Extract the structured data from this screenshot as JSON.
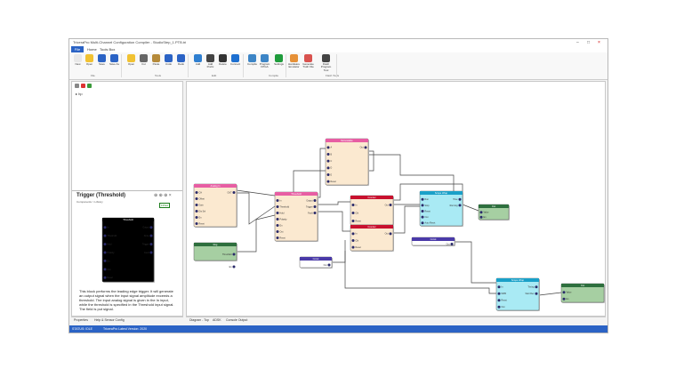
{
  "window": {
    "title": "TriceraPro Multi-Channel Configuration Compiler - StudioStep_1.PTB.tri"
  },
  "menu_tabs": {
    "file": "File",
    "home": "Home",
    "tools": "Tools Box"
  },
  "ribbon": {
    "buttons": [
      "New",
      "Open",
      "Save",
      "Save As",
      "Open",
      "Cut",
      "Paste",
      "Undo",
      "Redo",
      "Add",
      "Add Prefix",
      "Delete",
      "Connect",
      "Compile",
      "Program FPGA",
      "Settings",
      "Hardware Emulator",
      "Generate Truth File",
      "Flash Program Tool"
    ],
    "groups": {
      "file": "File",
      "tools": "Tools",
      "edit": "Edit",
      "compile": "Compile",
      "flash": "Flash Tools"
    }
  },
  "left_panel": {
    "tree_root": "hp",
    "help_title": "Trigger (Threshold)",
    "help_subtitle": "Components > Library",
    "help_badge": "FPGA",
    "help_block": {
      "title": "Threshold",
      "inputs": [
        "In",
        "Threshold",
        "Hold",
        "Polarity",
        "En",
        "Out",
        "Reset"
      ],
      "outputs": [
        "Output",
        "Done",
        "Trigger",
        "Fault"
      ]
    },
    "description": "This block performs the leading edge trigger. It will generate an output signal when the input signal amplitude exceeds a threshold. The input analog signal is given in the In input, while the threshold is specified in the Threshold input signal. The field is put signal.",
    "tabs": [
      "Properties",
      "Help & Sensor Config"
    ]
  },
  "canvas": {
    "tabs": [
      "Diagram - Top",
      "ADSK",
      "Console Output"
    ],
    "blocks": [
      {
        "title": "Analog In",
        "color": "#e75ea3",
        "body": "#fbe9d0",
        "inputs": [
          "CH",
          "Offset",
          "Gain",
          "Dis Sel",
          "En",
          "Reset"
        ],
        "outputs": [
          "OUT"
        ]
      },
      {
        "title": "Reg",
        "color": "#2e6f3e",
        "body": "#a6cfa2",
        "inputs": [],
        "outputs": [
          "Threshold",
          "En"
        ]
      },
      {
        "title": "Threshold",
        "color": "#e75ea3",
        "body": "#fbe9d0",
        "inputs": [
          "In",
          "Threshold",
          "Hold",
          "Polarity",
          "En",
          "Out",
          "Reset"
        ],
        "outputs": [
          "Output",
          "Trigger",
          "Fault"
        ]
      },
      {
        "title": "Monostable",
        "color": "#e75ea3",
        "body": "#fbe9d0",
        "inputs": [
          "A",
          "B",
          "C",
          "D",
          "E",
          "Reset"
        ],
        "outputs": [
          "Out"
        ]
      },
      {
        "title": "Counter",
        "color": "#c8102e",
        "body": "#fbe9d0",
        "inputs": [
          "In",
          "Clk",
          "Reset"
        ],
        "outputs": [
          "Out"
        ]
      },
      {
        "title": "Counter",
        "color": "#c8102e",
        "body": "#fbe9d0",
        "inputs": [
          "In",
          "Clk",
          "Reset"
        ],
        "outputs": [
          "Out"
        ]
      },
      {
        "title": "Const",
        "color": "#4a3aa8",
        "body": "#ffffff",
        "inputs": [],
        "outputs": [
          "Out"
        ]
      },
      {
        "title": "Const",
        "color": "#4a3aa8",
        "body": "#ffffff",
        "inputs": [],
        "outputs": [
          "Out"
        ]
      },
      {
        "title": "Scope Wrap",
        "color": "#1aa0c8",
        "body": "#a9eaf4",
        "inputs": [
          "Run",
          "Stop",
          "Reset",
          "Out",
          "Auto Reset"
        ],
        "outputs": [
          "Time",
          "Running"
        ]
      },
      {
        "title": "Scope Wrap",
        "color": "#1aa0c8",
        "body": "#a9eaf4",
        "inputs": [
          "In",
          "WPR",
          "Reset",
          "Out"
        ],
        "outputs": [
          "Timing",
          "Start Rec"
        ]
      },
      {
        "title": "Out",
        "color": "#2e6f3e",
        "body": "#a6cfa2",
        "inputs": [
          "Value",
          "En"
        ],
        "outputs": []
      },
      {
        "title": "Out",
        "color": "#2e6f3e",
        "body": "#a6cfa2",
        "inputs": [
          "Value",
          "En"
        ],
        "outputs": []
      }
    ]
  },
  "status": {
    "left": "STATUS: IDLE",
    "right": "TriceraPro Latest Version: 2020"
  }
}
